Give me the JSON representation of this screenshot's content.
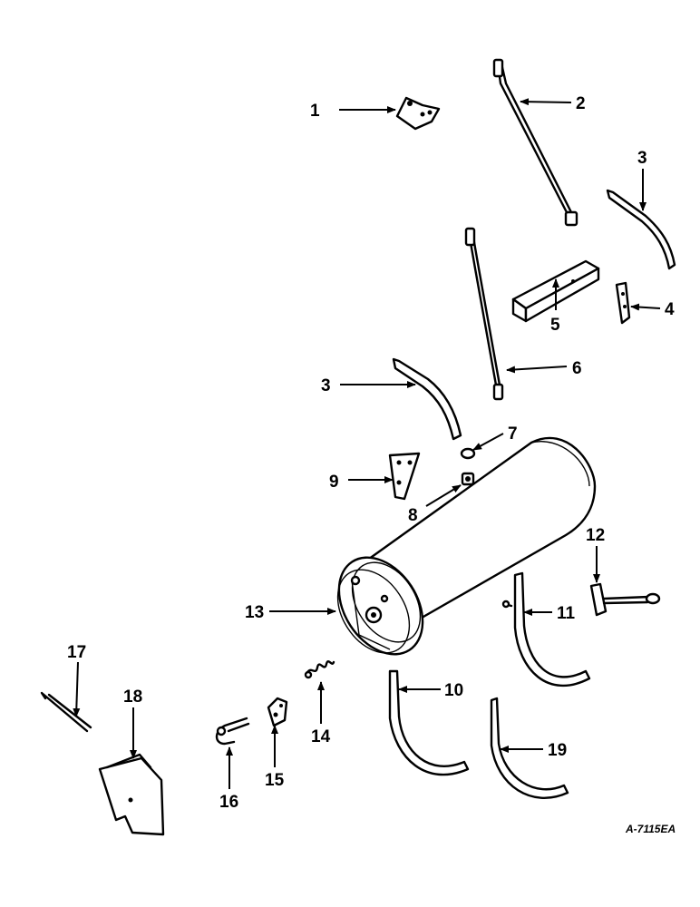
{
  "diagram": {
    "code": "A-7115EA",
    "callouts": [
      {
        "id": "c1",
        "label": "1"
      },
      {
        "id": "c2",
        "label": "2"
      },
      {
        "id": "c3a",
        "label": "3"
      },
      {
        "id": "c3b",
        "label": "3"
      },
      {
        "id": "c4",
        "label": "4"
      },
      {
        "id": "c5",
        "label": "5"
      },
      {
        "id": "c6",
        "label": "6"
      },
      {
        "id": "c7",
        "label": "7"
      },
      {
        "id": "c8",
        "label": "8"
      },
      {
        "id": "c9",
        "label": "9"
      },
      {
        "id": "c10",
        "label": "10"
      },
      {
        "id": "c11",
        "label": "11"
      },
      {
        "id": "c12",
        "label": "12"
      },
      {
        "id": "c13",
        "label": "13"
      },
      {
        "id": "c14",
        "label": "14"
      },
      {
        "id": "c15",
        "label": "15"
      },
      {
        "id": "c16",
        "label": "16"
      },
      {
        "id": "c17",
        "label": "17"
      },
      {
        "id": "c18",
        "label": "18"
      },
      {
        "id": "c19",
        "label": "19"
      }
    ]
  }
}
